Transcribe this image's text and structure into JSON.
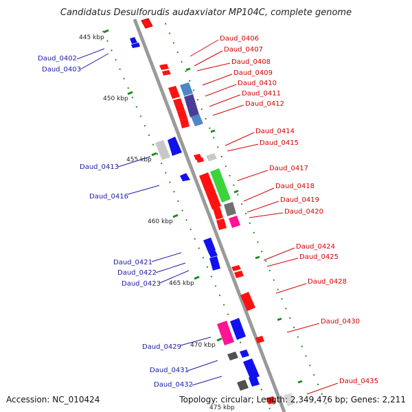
{
  "title": "Candidatus Desulforudis audaxviator MP104C, complete genome",
  "accession": "Accession: NC_010424",
  "topology": "Topology: circular; Length: 2,349,476 bp; Genes: 2,211",
  "colors": {
    "backbone": "#9a9a9a",
    "tick": "#1e8c1e",
    "forward_gene": "#ff1111",
    "reverse_gene": "#1111ee",
    "forward_label": "#d40000",
    "reverse_label": "#1a1aa8"
  },
  "kbp_marks": [
    "445 kbp",
    "450 kbp",
    "455 kbp",
    "460 kbp",
    "465 kbp",
    "470 kbp",
    "475 kbp"
  ],
  "right_labels": [
    "Daud_0406",
    "Daud_0407",
    "Daud_0408",
    "Daud_0409",
    "Daud_0410",
    "Daud_0411",
    "Daud_0412",
    "Daud_0414",
    "Daud_0415",
    "Daud_0417",
    "Daud_0418",
    "Daud_0419",
    "Daud_0420",
    "Daud_0424",
    "Daud_0425",
    "Daud_0428",
    "Daud_0430",
    "Daud_0435"
  ],
  "left_labels": [
    "Daud_0402",
    "Daud_0403",
    "Daud_0413",
    "Daud_0416",
    "Daud_0421",
    "Daud_0422",
    "Daud_0423",
    "Daud_0429",
    "Daud_0431",
    "Daud_0432"
  ]
}
